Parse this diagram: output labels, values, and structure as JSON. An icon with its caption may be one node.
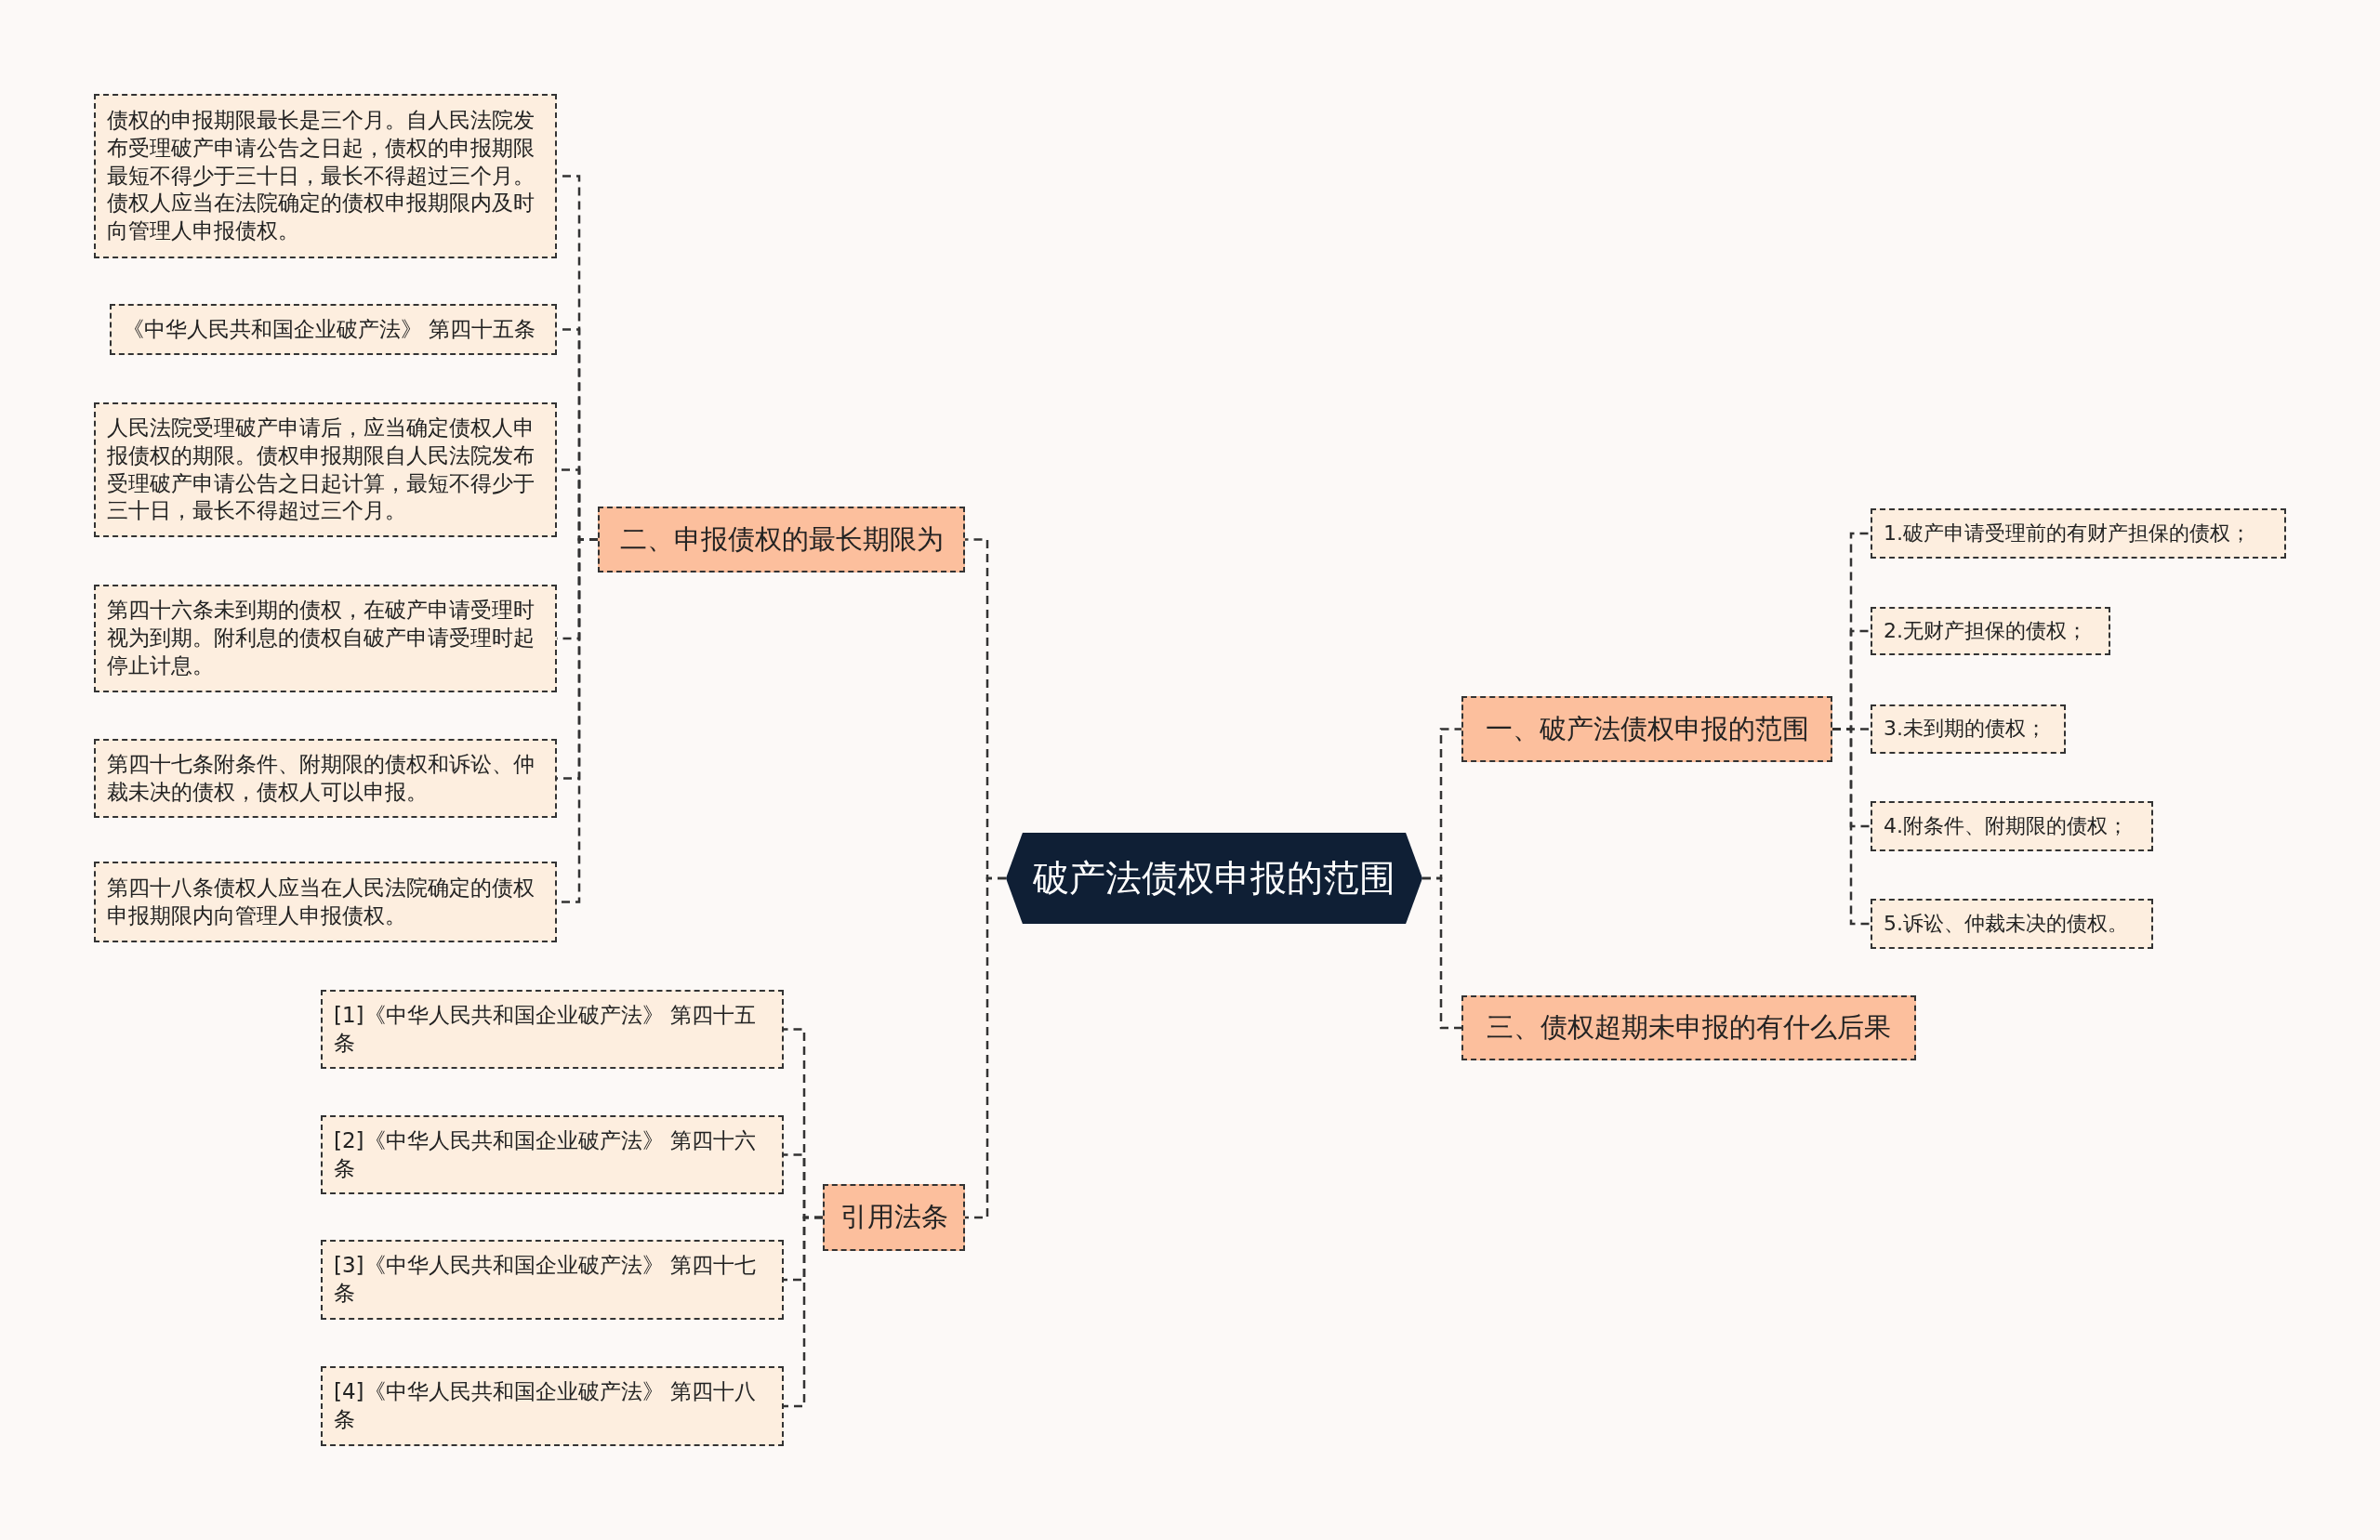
{
  "diagram": {
    "nodes": [
      {
        "text": [
          "破产法债权申报的范围"
        ]
      },
      {
        "text": [
          "一、破产法债权申报的范围"
        ]
      },
      {
        "text": [
          "1.破产申请受理前的有财产担保的债权；"
        ]
      },
      {
        "text": [
          "2.无财产担保的债权；"
        ]
      },
      {
        "text": [
          "3.未到期的债权；"
        ]
      },
      {
        "text": [
          "4.附条件、附期限的债权；"
        ]
      },
      {
        "text": [
          "5.诉讼、仲裁未决的债权。"
        ]
      },
      {
        "text": [
          "三、债权超期未申报的有什么后果"
        ]
      },
      {
        "text": [
          "二、申报债权的最长期限为"
        ]
      },
      {
        "text": [
          "债权的申报期限最长是三个月。自人民法院发布受理破产申请公告之日起，债权的申报期限最短不得少于三十日，最长不得超过三个月。债权人应当在法院确定的债权申报期限内及时向管理人申报债权。"
        ]
      },
      {
        "text": [
          "《中华人民共和国企业破产法》 第四十五条"
        ]
      },
      {
        "text": [
          "人民法院受理破产申请后，应当确定债权人申报债权的期限。债权申报期限自人民法院发布受理破产申请公告之日起计算，最短不得少于三十日，最长不得超过三个月。"
        ]
      },
      {
        "text": [
          "第四十六条未到期的债权，在破产申请受理时视为到期。附利息的债权自破产申请受理时起停止计息。"
        ]
      },
      {
        "text": [
          "第四十七条附条件、附期限的债权和诉讼、仲裁未决的债权，债权人可以申报。"
        ]
      },
      {
        "text": [
          "第四十八条债权人应当在人民法院确定的债权申报期限内向管理人申报债权。"
        ]
      },
      {
        "text": [
          "引用法条"
        ]
      },
      {
        "text": [
          "[1]《中华人民共和国企业破产法》 第四十五条"
        ]
      },
      {
        "text": [
          "[2]《中华人民共和国企业破产法》 第四十六条"
        ]
      },
      {
        "text": [
          "[3]《中华人民共和国企业破产法》 第四十七条"
        ]
      },
      {
        "text": [
          "[4]《中华人民共和国企业破产法》 第四十八条"
        ]
      }
    ],
    "edges": [
      {
        "from": 0,
        "to": 1,
        "arrow": "none",
        "style": "dashed"
      },
      {
        "from": 0,
        "to": 7,
        "arrow": "none",
        "style": "dashed"
      },
      {
        "from": 0,
        "to": 8,
        "arrow": "none",
        "style": "dashed"
      },
      {
        "from": 0,
        "to": 15,
        "arrow": "none",
        "style": "dashed"
      },
      {
        "from": 1,
        "to": 2,
        "arrow": "none",
        "style": "dashed"
      },
      {
        "from": 1,
        "to": 3,
        "arrow": "none",
        "style": "dashed"
      },
      {
        "from": 1,
        "to": 4,
        "arrow": "none",
        "style": "dashed"
      },
      {
        "from": 1,
        "to": 5,
        "arrow": "none",
        "style": "dashed"
      },
      {
        "from": 1,
        "to": 6,
        "arrow": "none",
        "style": "dashed"
      },
      {
        "from": 8,
        "to": 9,
        "arrow": "none",
        "style": "dashed"
      },
      {
        "from": 8,
        "to": 10,
        "arrow": "none",
        "style": "dashed"
      },
      {
        "from": 8,
        "to": 11,
        "arrow": "none",
        "style": "dashed"
      },
      {
        "from": 8,
        "to": 12,
        "arrow": "none",
        "style": "dashed"
      },
      {
        "from": 8,
        "to": 13,
        "arrow": "none",
        "style": "dashed"
      },
      {
        "from": 8,
        "to": 14,
        "arrow": "none",
        "style": "dashed"
      },
      {
        "from": 15,
        "to": 16,
        "arrow": "none",
        "style": "dashed"
      },
      {
        "from": 15,
        "to": 17,
        "arrow": "none",
        "style": "dashed"
      },
      {
        "from": 15,
        "to": 18,
        "arrow": "none",
        "style": "dashed"
      },
      {
        "from": 15,
        "to": 19,
        "arrow": "none",
        "style": "dashed"
      }
    ]
  }
}
